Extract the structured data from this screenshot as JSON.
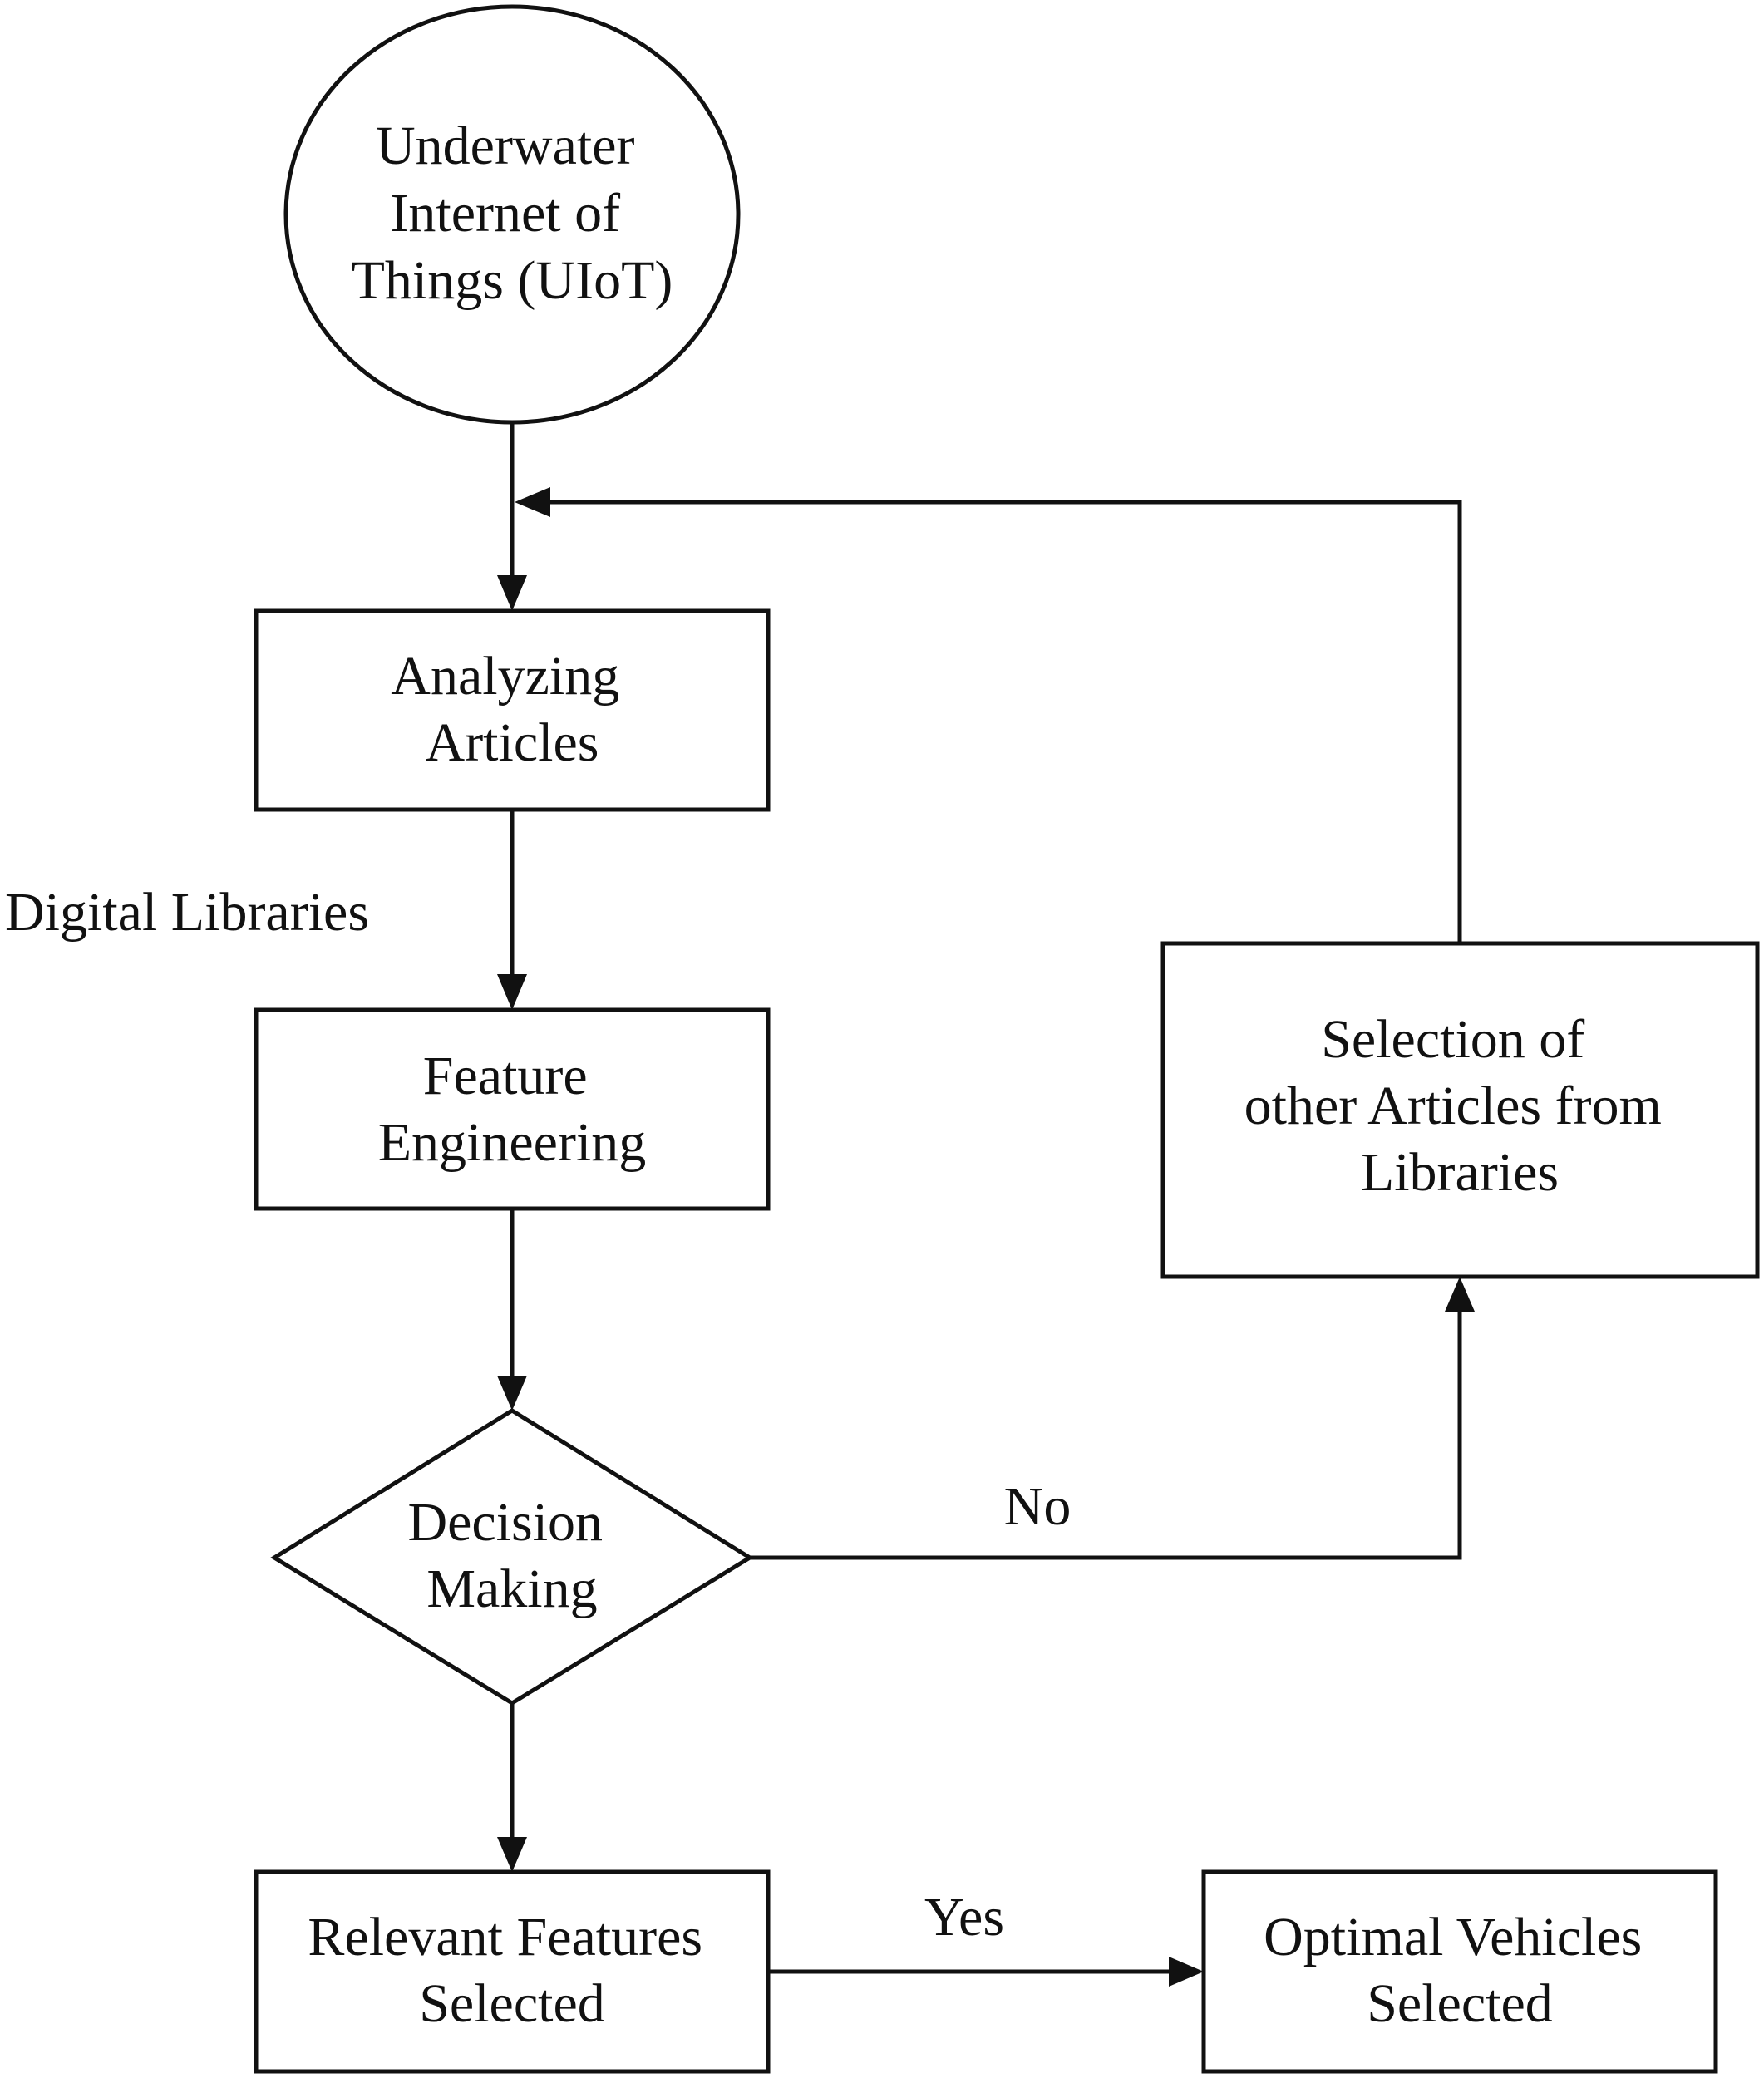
{
  "nodes": {
    "uiot": {
      "lines": [
        "Underwater",
        "Internet of",
        "Things (UIoT)"
      ]
    },
    "analyzing": {
      "lines": [
        "Analyzing",
        "Articles"
      ]
    },
    "feature": {
      "lines": [
        "Feature",
        "Engineering"
      ]
    },
    "decision": {
      "lines": [
        "Decision",
        "Making"
      ]
    },
    "relevant": {
      "lines": [
        "Relevant Features",
        "Selected"
      ]
    },
    "optimal": {
      "lines": [
        "Optimal Vehicles",
        "Selected"
      ]
    },
    "selection": {
      "lines": [
        "Selection of",
        "other Articles from",
        "Libraries"
      ]
    }
  },
  "edge_labels": {
    "digital_libraries": "Digital Libraries",
    "no": "No",
    "yes": "Yes"
  }
}
